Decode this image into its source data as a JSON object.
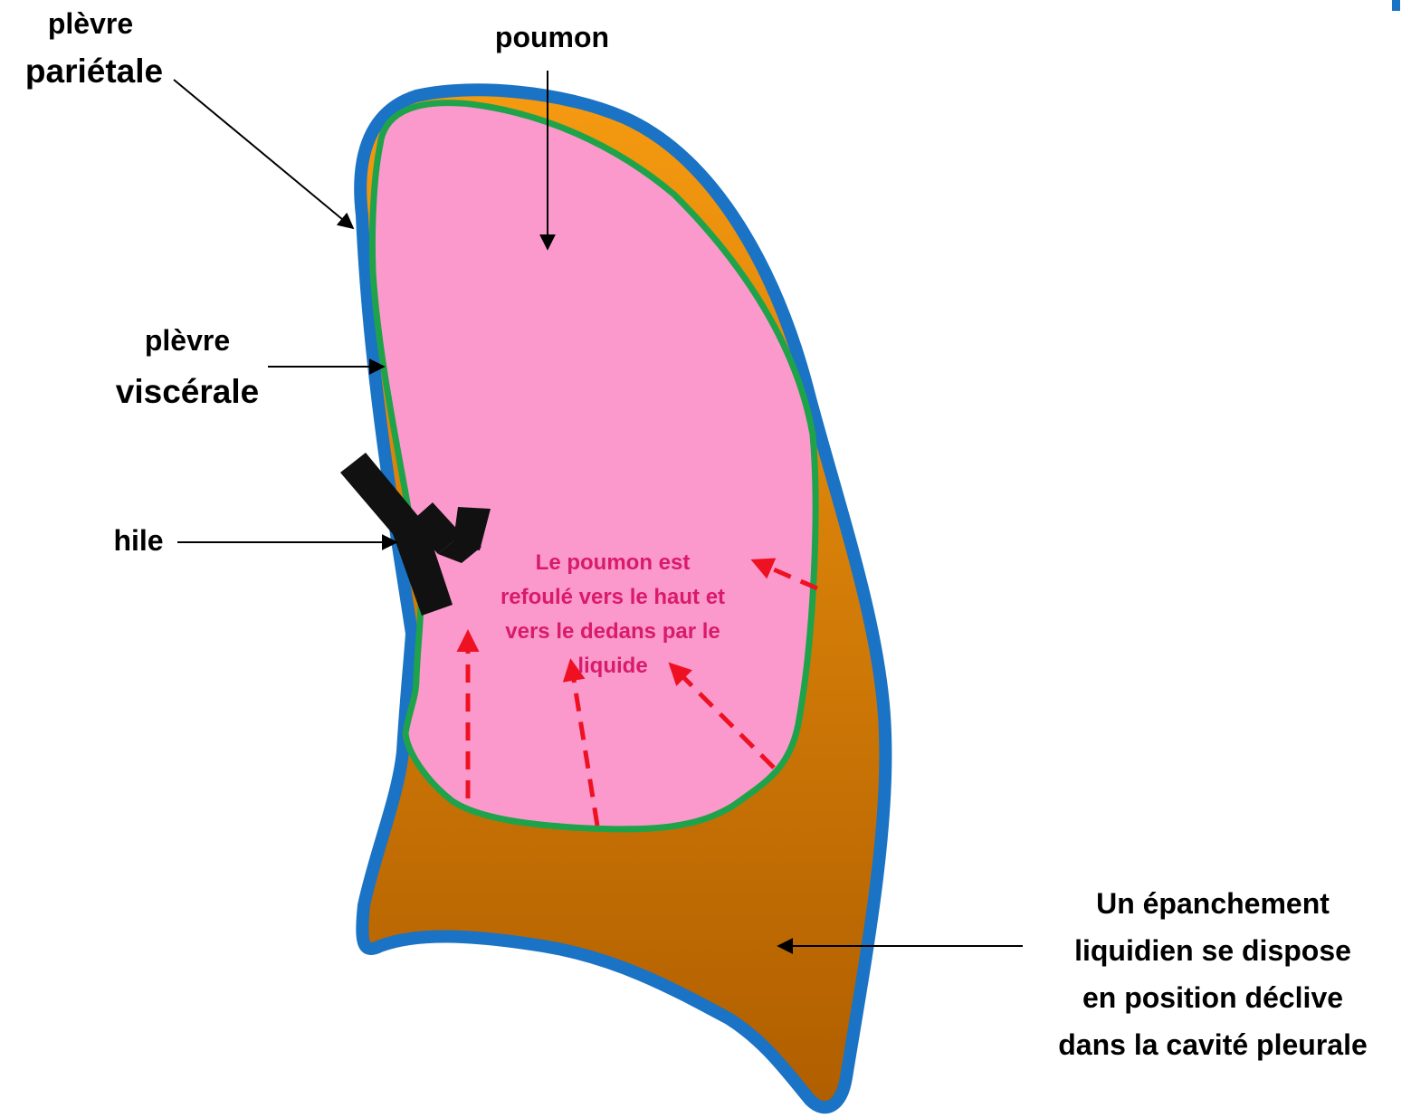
{
  "labels": {
    "parietal_line1": "plèvre",
    "parietal_line2": "pariétale",
    "lung": "poumon",
    "visceral_line1": "plèvre",
    "visceral_line2": "viscérale",
    "hilum": "hile",
    "lung_pushed": [
      "Le poumon est",
      "refoulé vers le haut et",
      "vers le dedans par le",
      "liquide"
    ],
    "effusion": [
      "Un épanchement",
      "liquidien se dispose",
      "en position déclive",
      "dans la cavité pleurale"
    ]
  },
  "colors": {
    "parietal_pleura": "#1a73c4",
    "visceral_pleura": "#1fa34a",
    "lung": "#fc99cc",
    "fluid_top": "#f59a10",
    "fluid_bottom": "#b05e00",
    "hilum": "#111111",
    "arrows_red": "#ee1122",
    "pink_text": "#d81b6a",
    "corner_mark": "#1a73c4"
  }
}
